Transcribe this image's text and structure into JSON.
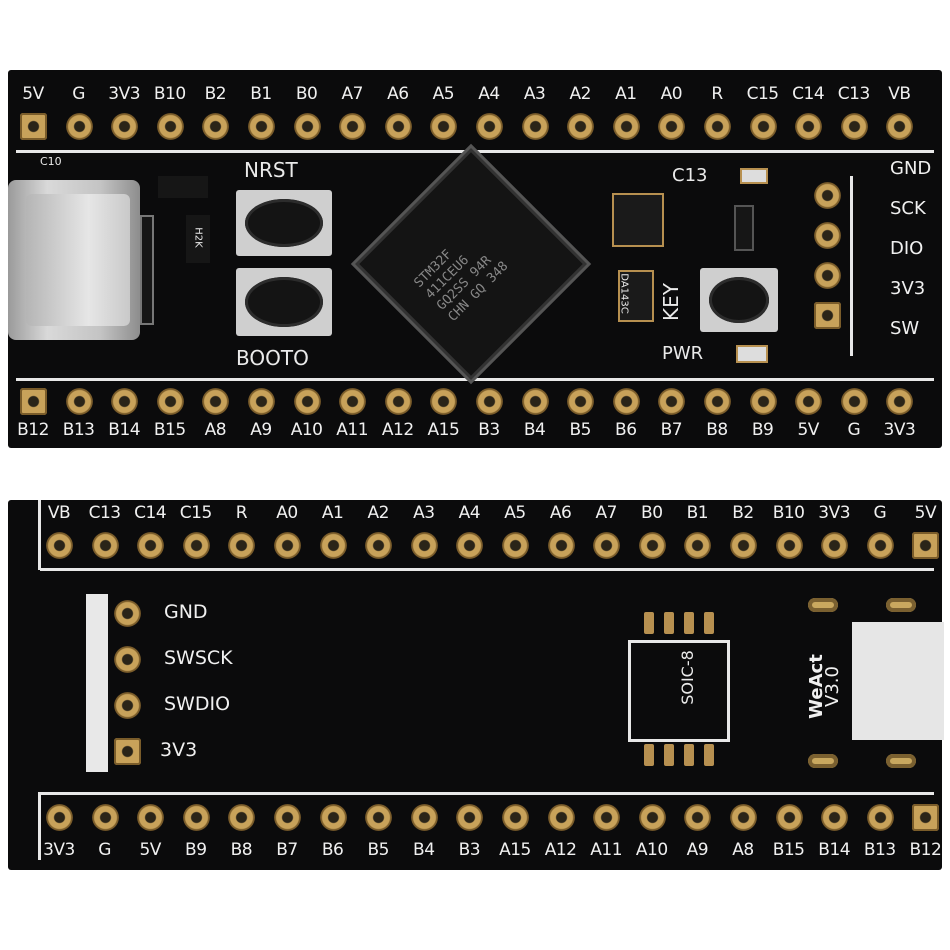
{
  "top_board": {
    "top_pins": [
      "5V",
      "G",
      "3V3",
      "B10",
      "B2",
      "B1",
      "B0",
      "A7",
      "A6",
      "A5",
      "A4",
      "A3",
      "A2",
      "A1",
      "A0",
      "R",
      "C15",
      "C14",
      "C13",
      "VB"
    ],
    "bottom_pins": [
      "B12",
      "B13",
      "B14",
      "B15",
      "A8",
      "A9",
      "A10",
      "A11",
      "A12",
      "A15",
      "B3",
      "B4",
      "B5",
      "B6",
      "B7",
      "B8",
      "B9",
      "5V",
      "G",
      "3V3"
    ],
    "button_nrst": "NRST",
    "button_boot0": "BOOTO",
    "label_c13": "C13",
    "label_key": "KEY",
    "label_pwr": "PWR",
    "label_c10": "C10",
    "label_h2k": "H2K",
    "label_da143c": "DA143C",
    "mcu_marking": [
      "STM32F",
      "411CEU6",
      "GQ2SS 94R",
      "CHN GQ 348"
    ],
    "swd_labels": [
      "GND",
      "SCK",
      "DIO",
      "3V3",
      "SW"
    ]
  },
  "bottom_board": {
    "top_pins": [
      "VB",
      "C13",
      "C14",
      "C15",
      "R",
      "A0",
      "A1",
      "A2",
      "A3",
      "A4",
      "A5",
      "A6",
      "A7",
      "B0",
      "B1",
      "B2",
      "B10",
      "3V3",
      "G",
      "5V"
    ],
    "bottom_pins": [
      "3V3",
      "G",
      "5V",
      "B9",
      "B8",
      "B7",
      "B6",
      "B5",
      "B4",
      "B3",
      "A15",
      "A12",
      "A11",
      "A10",
      "A9",
      "A8",
      "B15",
      "B14",
      "B13",
      "B12"
    ],
    "swd_labels": [
      "GND",
      "SWSCK",
      "SWDIO",
      "3V3"
    ],
    "soic_label": "SOIC-8",
    "brand": "WeAct",
    "version": "V3.0"
  }
}
